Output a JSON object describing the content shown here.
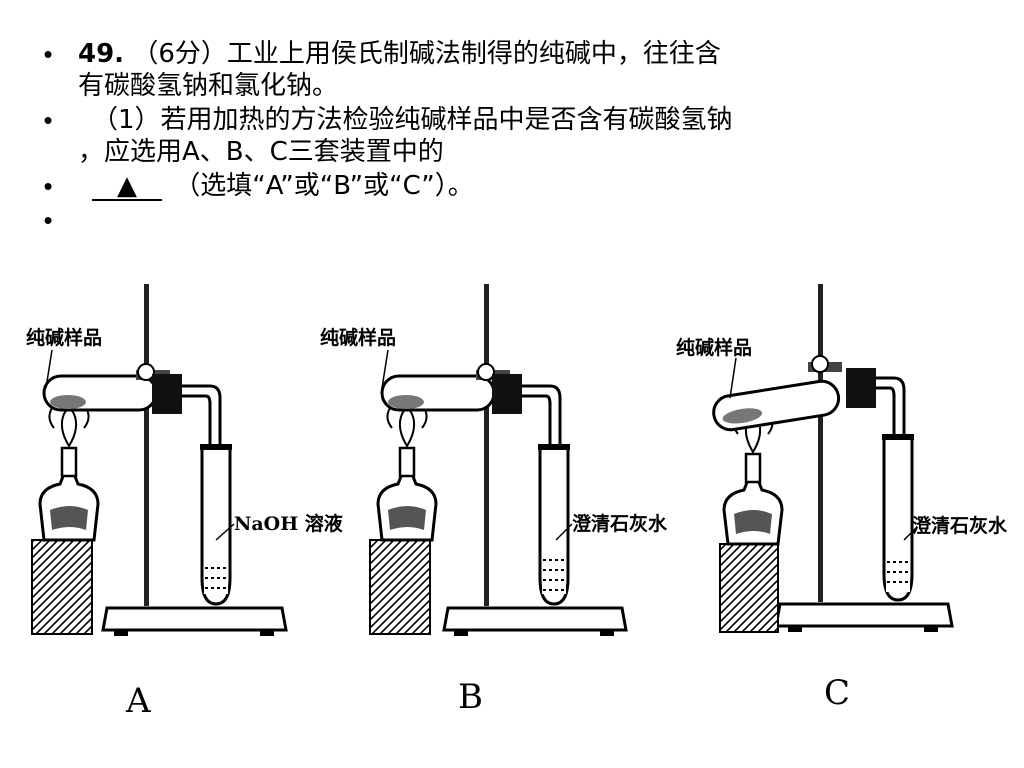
{
  "question": {
    "line1_num": "49.",
    "line1_text": "（6分）工业上用侯氏制碱法制得的纯碱中，往往含",
    "line1b": "有碳酸氢钠和氯化钠。",
    "line2": "（1）若用加热的方法检验纯碱样品中是否含有碳酸氢钠",
    "line3": "，应选用A、B、C三套装置中的",
    "blank_symbol": "▲",
    "line4": "（选填“A”或“B”或“C”）。"
  },
  "bullet_glyph": "•",
  "apparatus": [
    {
      "id": "A",
      "sample_label": "纯碱样品",
      "solution_label": "NaOH 溶液"
    },
    {
      "id": "B",
      "sample_label": "纯碱样品",
      "solution_label": "澄清石灰水"
    },
    {
      "id": "C",
      "sample_label": "纯碱样品",
      "solution_label": "澄清石灰水"
    }
  ]
}
